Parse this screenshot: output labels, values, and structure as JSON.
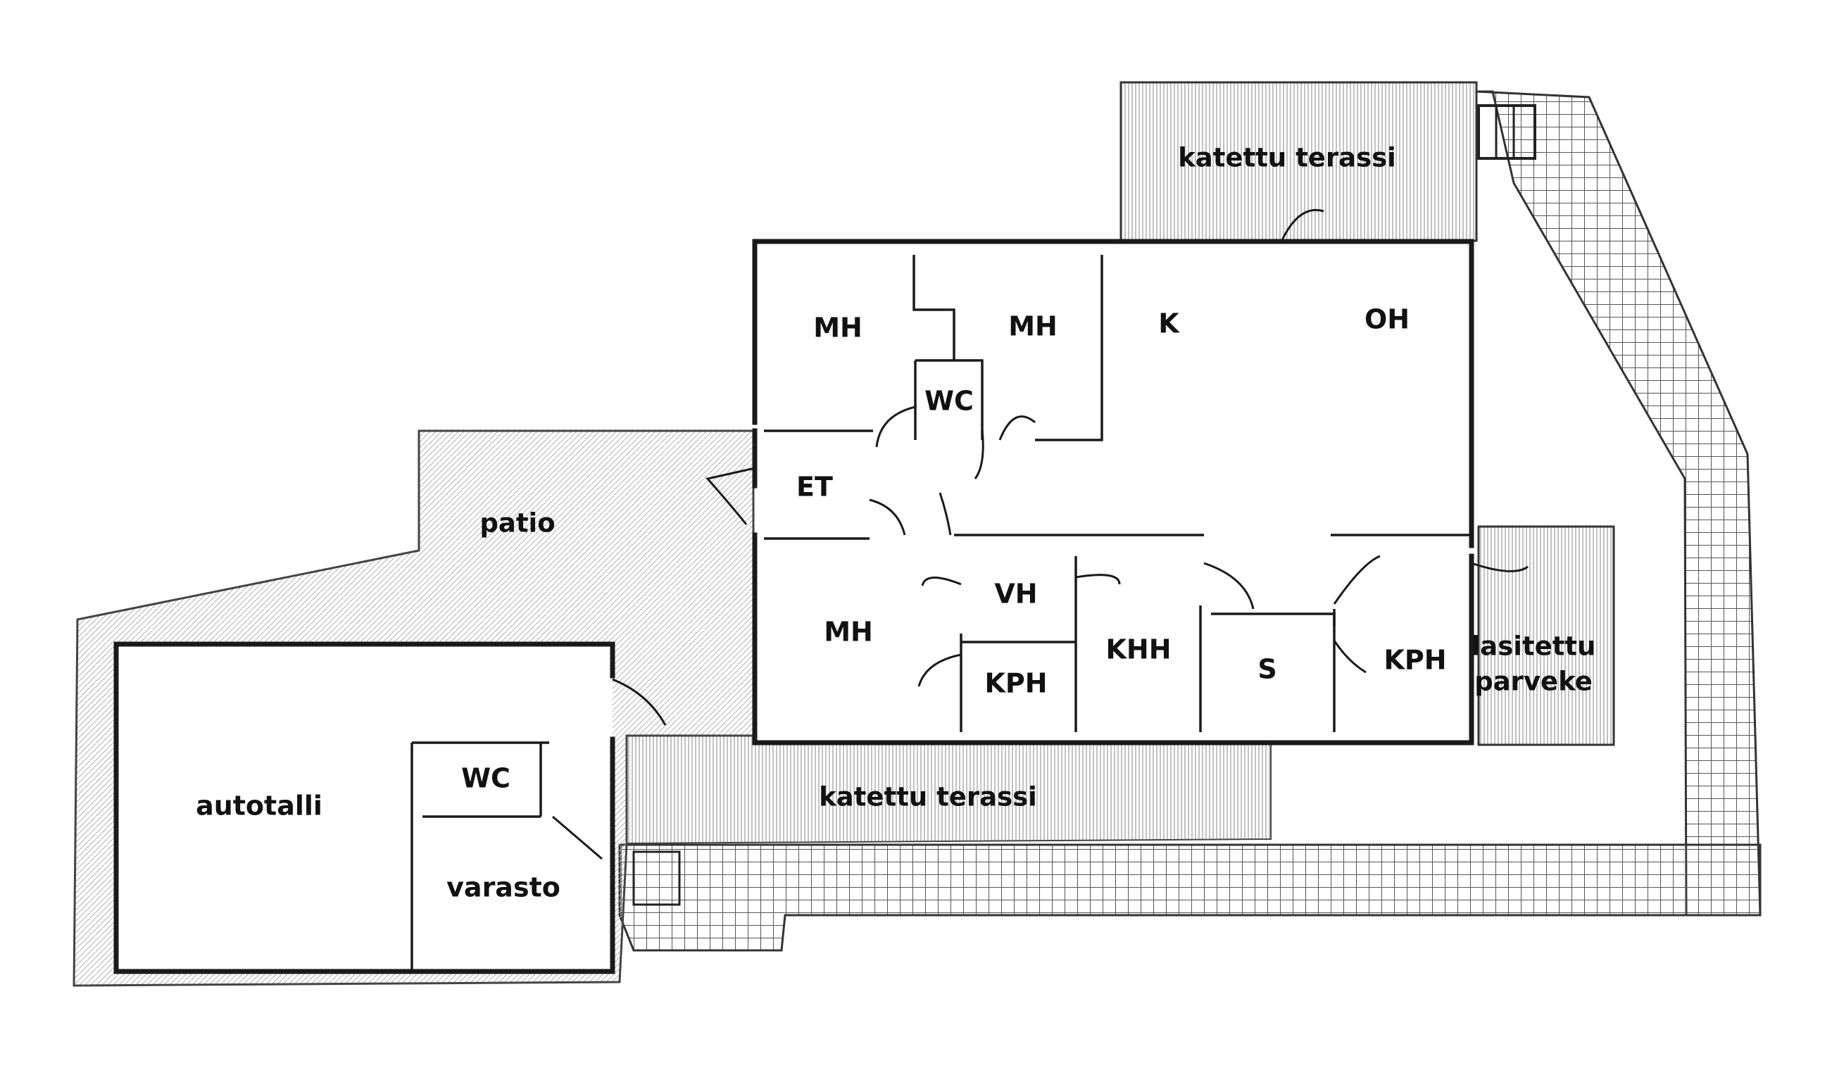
{
  "plan": {
    "colors": {
      "wall": "#1a1a1a",
      "hatch": "#8a8a8a",
      "paper": "#ffffff"
    },
    "rooms": {
      "mh1": "MH",
      "mh2": "MH",
      "k": "K",
      "oh": "OH",
      "wc_main": "WC",
      "et": "ET",
      "mh3": "MH",
      "vh": "VH",
      "kph1": "KPH",
      "khh": "KHH",
      "s": "S",
      "kph2": "KPH",
      "autotalli": "autotalli",
      "wc_garage": "WC",
      "varasto": "varasto"
    },
    "areas": {
      "terrace_top": "katettu terassi",
      "terrace_bottom": "katettu terassi",
      "patio": "patio",
      "balcony_line1": "lasitettu",
      "balcony_line2": "parveke"
    }
  }
}
